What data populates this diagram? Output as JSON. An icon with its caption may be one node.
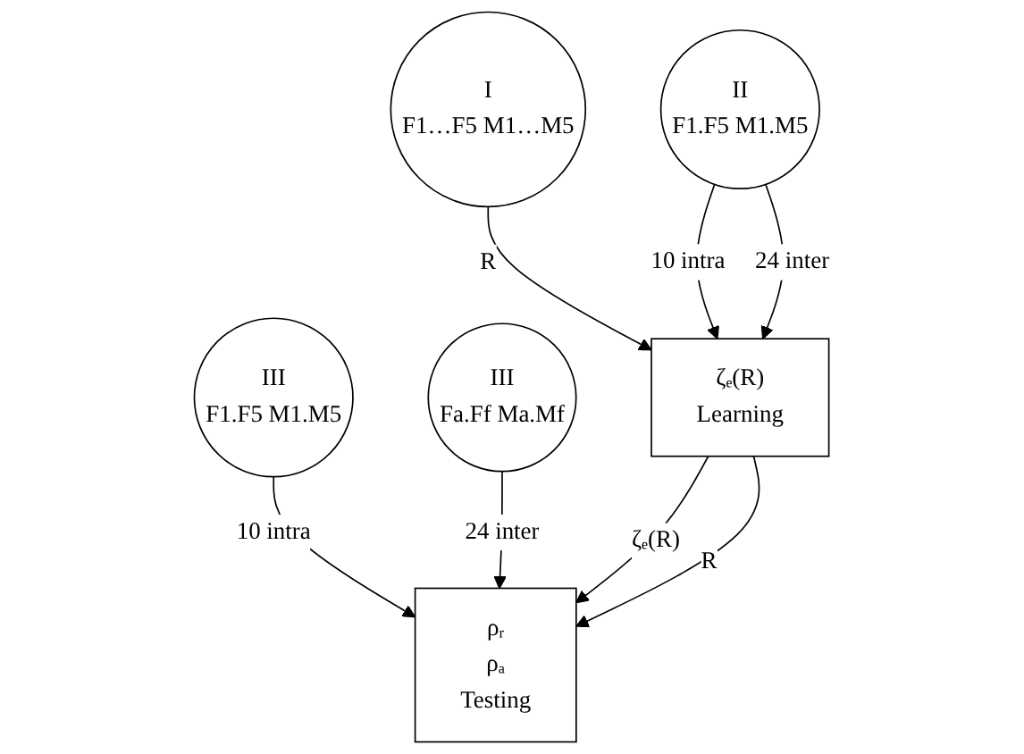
{
  "diagram": {
    "nodes": [
      {
        "text": [
          "I",
          "F1…F5 M1…M5"
        ]
      },
      {
        "text": [
          "II",
          "F1.F5 M1.M5"
        ]
      },
      {
        "text": [
          "III",
          "F1.F5 M1.M5"
        ]
      },
      {
        "text": [
          "III",
          "Fa.Ff Ma.Mf"
        ]
      },
      {
        "text": [
          "ζₑ(R)",
          "Learning"
        ]
      },
      {
        "text": [
          "ρᵣ",
          "ρₐ",
          "Testing"
        ]
      }
    ],
    "edges": [
      {
        "from": 0,
        "to": 4,
        "arrow": "to",
        "label": "R"
      },
      {
        "from": 1,
        "to": 4,
        "arrow": "to",
        "label": "10 intra"
      },
      {
        "from": 1,
        "to": 4,
        "arrow": "to",
        "label": "24 inter"
      },
      {
        "from": 2,
        "to": 5,
        "arrow": "to",
        "label": "10 intra"
      },
      {
        "from": 3,
        "to": 5,
        "arrow": "to",
        "label": "24 inter"
      },
      {
        "from": 4,
        "to": 5,
        "arrow": "to",
        "label": "ζₑ(R)"
      },
      {
        "from": 4,
        "to": 5,
        "arrow": "to",
        "label": "R"
      }
    ]
  }
}
